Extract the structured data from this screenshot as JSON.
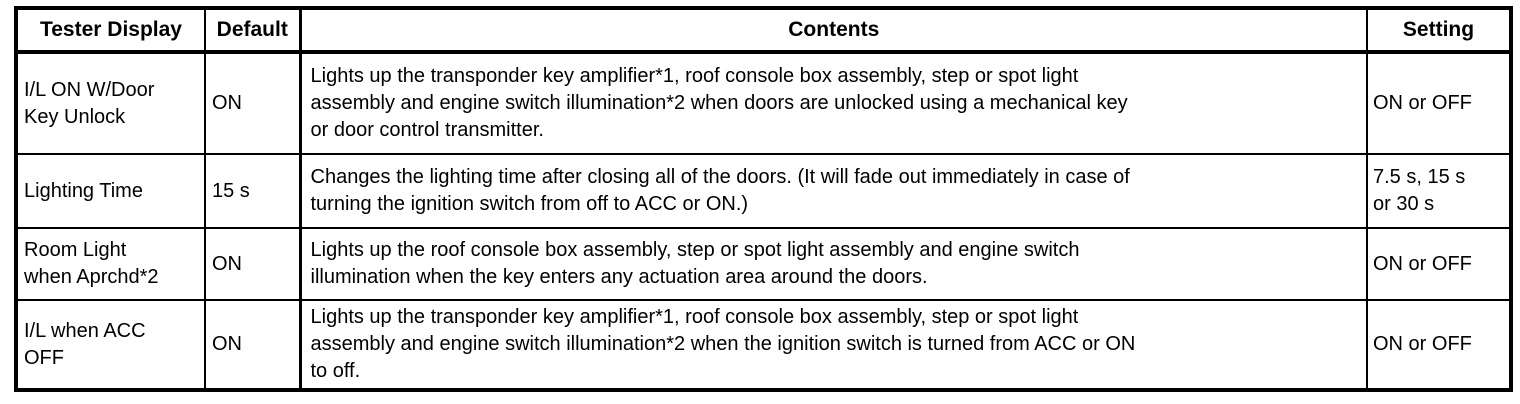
{
  "page": {
    "background_color": "#ffffff",
    "text_color": "#000000",
    "border_color": "#000000"
  },
  "table": {
    "headers": {
      "tester_display": "Tester Display",
      "default": "Default",
      "contents": "Contents",
      "setting": "Setting"
    },
    "rows": [
      {
        "tester_display": "I/L ON W/Door\nKey Unlock",
        "default": "ON",
        "contents": "Lights up the transponder key amplifier*1, roof console box assembly, step or spot light\nassembly and engine switch illumination*2 when doors are unlocked using a mechanical key\nor door control transmitter.",
        "setting": "ON or OFF"
      },
      {
        "tester_display": "Lighting Time",
        "default": "15 s",
        "contents": "Changes the lighting time after closing all of the doors. (It will fade out immediately in case of\nturning the ignition switch from off to ACC or ON.)",
        "setting": "7.5 s, 15 s\nor 30 s"
      },
      {
        "tester_display": "Room Light\nwhen Aprchd*2",
        "default": "ON",
        "contents": "Lights up the roof console box assembly, step or spot light assembly and engine switch\nillumination when the key enters any actuation area around the doors.",
        "setting": "ON or OFF"
      },
      {
        "tester_display": "I/L when ACC\nOFF",
        "default": "ON",
        "contents": "Lights up the transponder key amplifier*1, roof console box assembly, step or spot light\nassembly and engine switch illumination*2 when the ignition switch is turned from ACC or ON\nto off.",
        "setting": "ON or OFF"
      }
    ]
  }
}
